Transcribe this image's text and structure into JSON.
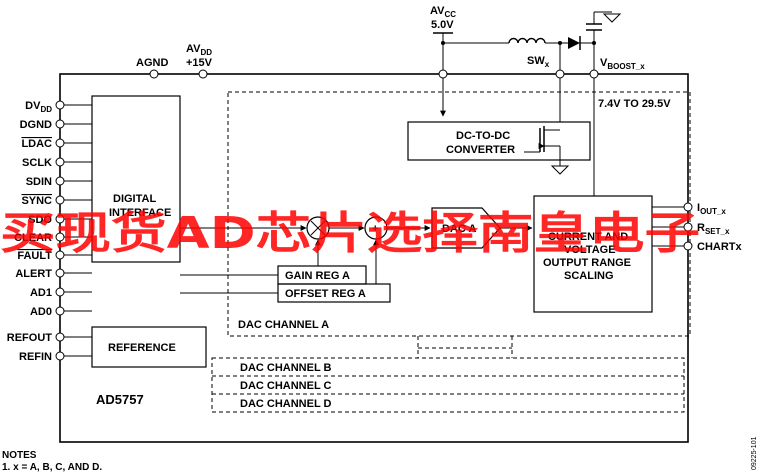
{
  "supply": {
    "agnd": "AGND",
    "avdd": "AV",
    "avdd_sub": "DD",
    "avdd_val": "+15V",
    "avcc": "AV",
    "avcc_sub": "CC",
    "avcc_val": "5.0V",
    "swx": "SW",
    "swx_sub": "x",
    "vboost": "V",
    "vboost_sub": "BOOST_x",
    "range": "7.4V TO 29.5V"
  },
  "left_pins": [
    {
      "text": "DV",
      "sub": "DD",
      "overline": false
    },
    {
      "text": "DGND",
      "sub": "",
      "overline": false
    },
    {
      "text": "LDAC",
      "sub": "",
      "overline": true
    },
    {
      "text": "SCLK",
      "sub": "",
      "overline": false
    },
    {
      "text": "SDIN",
      "sub": "",
      "overline": false
    },
    {
      "text": "SYNC",
      "sub": "",
      "overline": true
    },
    {
      "text": "SDO",
      "sub": "",
      "overline": false
    },
    {
      "text": "CLEAR",
      "sub": "",
      "overline": false
    },
    {
      "text": "FAULT",
      "sub": "",
      "overline": true
    },
    {
      "text": "ALERT",
      "sub": "",
      "overline": false
    },
    {
      "text": "AD1",
      "sub": "",
      "overline": false
    },
    {
      "text": "AD0",
      "sub": "",
      "overline": false
    }
  ],
  "ref_pins": [
    {
      "text": "REFOUT"
    },
    {
      "text": "REFIN"
    }
  ],
  "right_pins": [
    {
      "text": "I",
      "sub": "OUT_x"
    },
    {
      "text": "R",
      "sub": "SET_x"
    },
    {
      "text": "CHARTx",
      "sub": ""
    }
  ],
  "blocks": {
    "digital_interface": [
      "DIGITAL",
      "INTERFACE"
    ],
    "reference": "REFERENCE",
    "dcdc": [
      "DC-TO-DC",
      "CONVERTER"
    ],
    "gain_reg": "GAIN REG A",
    "offset_reg": "OFFSET REG A",
    "dac": "DAC A",
    "current_voltage": [
      "CURRENT AND",
      "VOLTAGE",
      "OUTPUT RANGE",
      "SCALING"
    ],
    "channel_a": "DAC CHANNEL A",
    "channels": [
      "DAC CHANNEL B",
      "DAC CHANNEL C",
      "DAC CHANNEL D"
    ],
    "part": "AD5757",
    "sum_sign": "+"
  },
  "notes": {
    "title": "NOTES",
    "line1": "1. x = A, B, C, AND D."
  },
  "figure_ref": "09225-101",
  "watermark": "买现货AD芯片选择南皇电子",
  "colors": {
    "watermark": "#ff0000",
    "line": "#000000"
  }
}
